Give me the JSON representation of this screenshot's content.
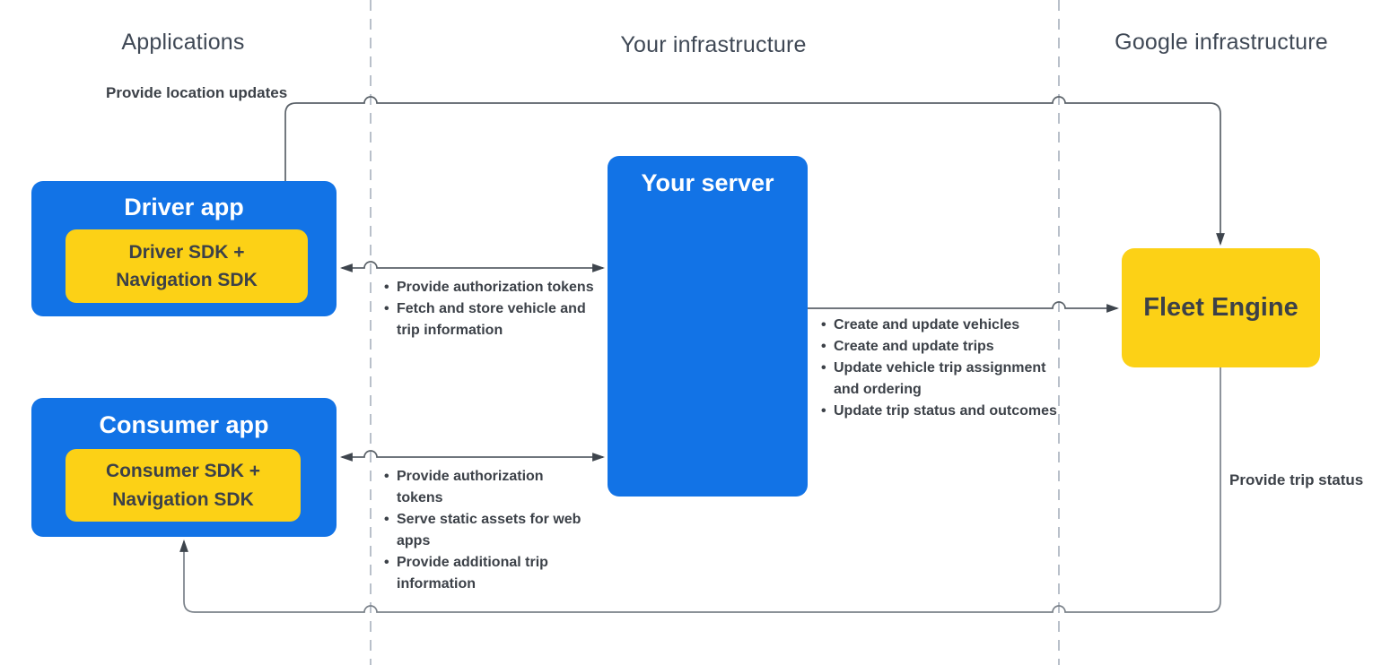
{
  "columns": {
    "applications": "Applications",
    "your_infrastructure": "Your infrastructure",
    "google_infrastructure": "Google infrastructure"
  },
  "nodes": {
    "driver_app": {
      "title": "Driver app",
      "sdk": "Driver SDK + Navigation SDK"
    },
    "consumer_app": {
      "title": "Consumer app",
      "sdk": "Consumer SDK + Navigation SDK"
    },
    "your_server": {
      "title": "Your server"
    },
    "fleet_engine": {
      "title": "Fleet Engine"
    }
  },
  "edges": {
    "location_updates": {
      "label": "Provide location updates",
      "from": "Driver app",
      "to": "Fleet Engine",
      "direction": "one-way"
    },
    "driver_server": {
      "from": "Driver app",
      "to": "Your server",
      "direction": "bidirectional",
      "bullets": [
        "Provide authorization tokens",
        "Fetch and store vehicle and trip information"
      ]
    },
    "consumer_server": {
      "from": "Consumer app",
      "to": "Your server",
      "direction": "bidirectional",
      "bullets": [
        "Provide authorization tokens",
        "Serve static assets for web apps",
        "Provide additional trip information"
      ]
    },
    "server_fleet": {
      "from": "Your server",
      "to": "Fleet Engine",
      "direction": "one-way",
      "bullets": [
        "Create and update vehicles",
        "Create and update trips",
        "Update vehicle trip assignment and ordering",
        "Update trip status and outcomes"
      ]
    },
    "trip_status": {
      "label": "Provide trip status",
      "from": "Fleet Engine",
      "to": "Consumer app",
      "direction": "one-way"
    }
  },
  "colors": {
    "node_blue": "#1273e6",
    "node_yellow": "#fcd116",
    "text_on_blue": "#ffffff",
    "text_dark": "#3c4148",
    "header_text": "#3f4855",
    "connector": "#5b6269",
    "connector_light": "#7b828a",
    "boundary_dash": "#b9c0ca",
    "arrowhead": "#3e454d",
    "bg": "#ffffff"
  }
}
